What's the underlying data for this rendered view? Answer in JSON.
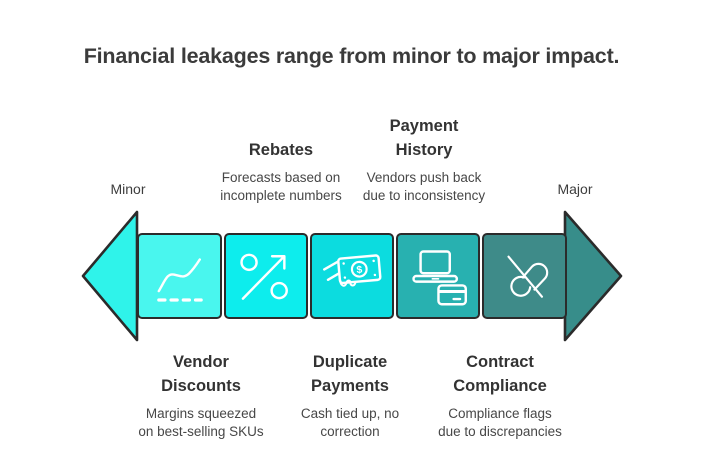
{
  "title": "Financial leakages range from minor to major impact.",
  "scale": {
    "left_label": "Minor",
    "right_label": "Major"
  },
  "arrow": {
    "left_color": "#2ff3ea",
    "right_color": "#378d8a",
    "outline_color": "#2b2b2b"
  },
  "segments": [
    {
      "icon": "line-chart-icon",
      "color": "#49f6ee"
    },
    {
      "icon": "percent-growth-icon",
      "color": "#0deded"
    },
    {
      "icon": "cash-payment-icon",
      "color": "#0cdcdf",
      "currency_symbol": "$"
    },
    {
      "icon": "laptop-card-icon",
      "color": "#28b1b0"
    },
    {
      "icon": "broken-link-icon",
      "color": "#3e8b89"
    }
  ],
  "callouts_top": [
    {
      "title_lines": [
        "Rebates"
      ],
      "desc_lines": [
        "Forecasts based on",
        "incomplete numbers"
      ]
    },
    {
      "title_lines": [
        "Payment",
        "History"
      ],
      "desc_lines": [
        "Vendors push back",
        "due to inconsistency"
      ]
    }
  ],
  "callouts_bottom": [
    {
      "title_lines": [
        "Vendor",
        "Discounts"
      ],
      "desc_lines": [
        "Margins squeezed",
        "on best-selling SKUs"
      ]
    },
    {
      "title_lines": [
        "Duplicate",
        "Payments"
      ],
      "desc_lines": [
        "Cash tied up, no",
        "correction"
      ]
    },
    {
      "title_lines": [
        "Contract",
        "Compliance"
      ],
      "desc_lines": [
        "Compliance flags",
        "due to discrepancies"
      ]
    }
  ],
  "text_colors": {
    "title": "#3b3b3b",
    "heading": "#333333",
    "body": "#474747"
  }
}
